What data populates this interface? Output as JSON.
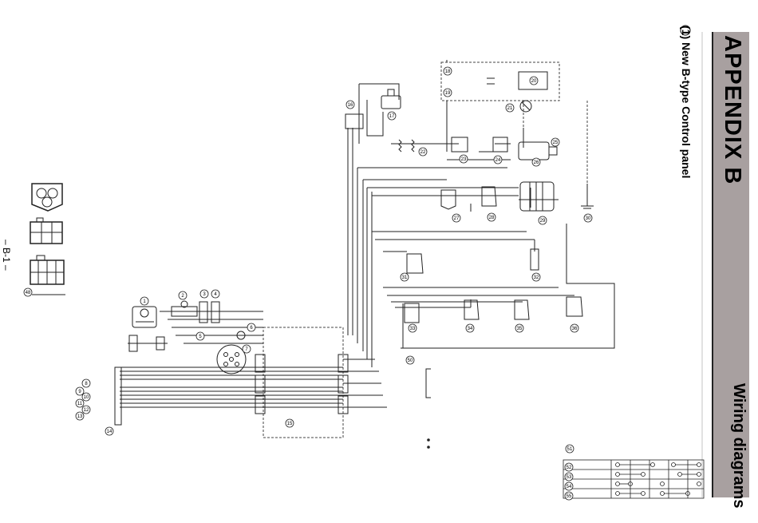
{
  "header": {
    "appendix_title": "APPENDIX B",
    "section_heading": "Wiring diagrams",
    "subsection_title": "(1)  New B-type Control panel",
    "subsection_marker": "01"
  },
  "footer": {
    "page_number": "– B-1 –"
  },
  "components": [
    {
      "id": "1"
    },
    {
      "id": "2"
    },
    {
      "id": "3"
    },
    {
      "id": "4"
    },
    {
      "id": "5"
    },
    {
      "id": "6"
    },
    {
      "id": "7"
    },
    {
      "id": "8"
    },
    {
      "id": "9"
    },
    {
      "id": "10"
    },
    {
      "id": "11"
    },
    {
      "id": "12"
    },
    {
      "id": "13"
    },
    {
      "id": "14"
    },
    {
      "id": "15"
    },
    {
      "id": "16"
    },
    {
      "id": "17"
    },
    {
      "id": "18"
    },
    {
      "id": "19"
    },
    {
      "id": "20"
    },
    {
      "id": "21"
    },
    {
      "id": "22"
    },
    {
      "id": "23"
    },
    {
      "id": "24"
    },
    {
      "id": "25"
    },
    {
      "id": "26"
    },
    {
      "id": "27"
    },
    {
      "id": "28"
    },
    {
      "id": "29"
    },
    {
      "id": "30"
    },
    {
      "id": "31"
    },
    {
      "id": "32"
    },
    {
      "id": "33"
    },
    {
      "id": "34"
    },
    {
      "id": "35"
    },
    {
      "id": "36"
    },
    {
      "id": "48"
    },
    {
      "id": "50"
    },
    {
      "id": "51"
    },
    {
      "id": "52"
    },
    {
      "id": "53"
    },
    {
      "id": "54"
    },
    {
      "id": "55"
    }
  ],
  "switch_table": {
    "title_ref": "51",
    "rows": [
      "52",
      "53",
      "54",
      "55"
    ]
  },
  "colors": {
    "title_band": "#a8a0a0",
    "line": "#222222",
    "dashed": "#444444"
  }
}
